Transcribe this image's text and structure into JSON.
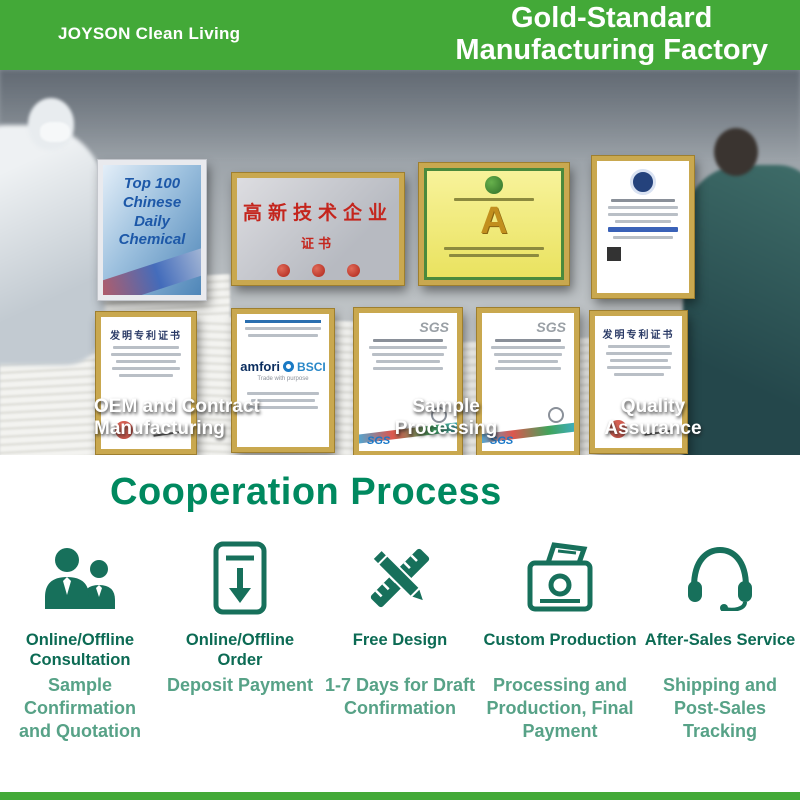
{
  "header": {
    "brand": "JOYSON Clean Living",
    "title": "Gold-Standard\nManufacturing Factory"
  },
  "gallery": {
    "certificates": {
      "top100": {
        "title": "Top 100\nChinese\nDaily\nChemical"
      },
      "hightech": {
        "title": "高新技术企业",
        "subtitle": "证书"
      },
      "assurance": {
        "award": "A"
      },
      "patent1": {
        "title": "发明专利证书"
      },
      "amfori": {
        "brand": "amfori",
        "org": "BSCI",
        "tagline": "Trade with purpose"
      },
      "sgs1": {
        "logo_top": "SGS",
        "logo_bottom": "SGS"
      },
      "sgs2": {
        "logo_top": "SGS",
        "logo_bottom": "SGS"
      },
      "patent2": {
        "title": "发明专利证书"
      }
    },
    "captions": {
      "left": "OEM and Contract\nManufacturing",
      "middle": "Sample\nProcessing",
      "right": "Quality\nAssurance"
    }
  },
  "process": {
    "title": "Cooperation Process",
    "steps": [
      {
        "label": "Online/Offline\nConsultation",
        "sub": "Sample\nConfirmation\nand Quotation"
      },
      {
        "label": "Online/Offline Order",
        "sub": "Deposit Payment"
      },
      {
        "label": "Free Design",
        "sub": "1-7 Days for Draft\nConfirmation"
      },
      {
        "label": "Custom Production",
        "sub": "Processing and\nProduction, Final\nPayment"
      },
      {
        "label": "After-Sales Service",
        "sub": "Shipping and\nPost-Sales\nTracking"
      }
    ]
  },
  "colors": {
    "header_green": "#43A938",
    "icon_teal": "#17705B",
    "title_green": "#00895F"
  }
}
